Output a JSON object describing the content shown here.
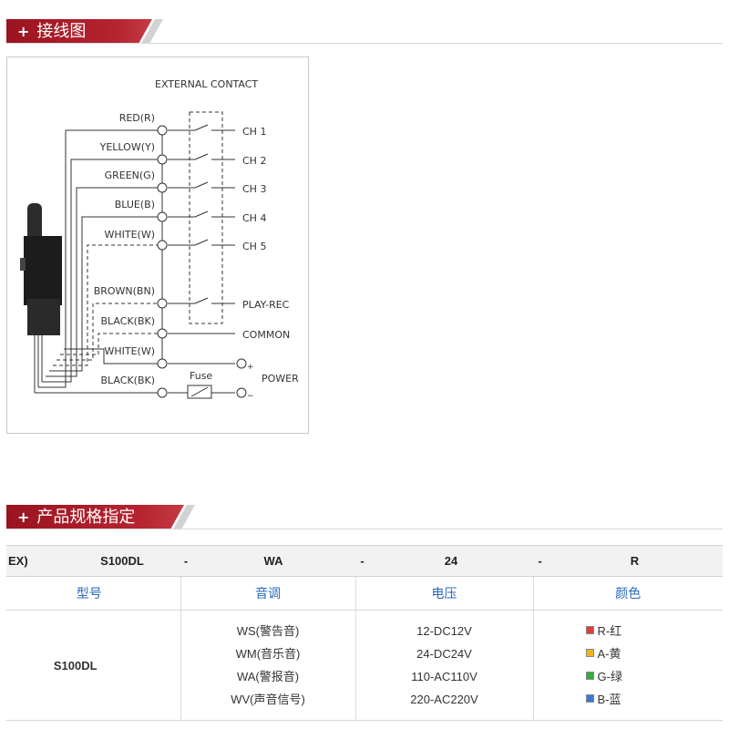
{
  "section1": {
    "plus": "+",
    "title": "接线图"
  },
  "section2": {
    "plus": "+",
    "title": "产品规格指定"
  },
  "diagram": {
    "header": "EXTERNAL  CONTACT",
    "wires": [
      "RED(R)",
      "YELLOW(Y)",
      "GREEN(G)",
      "BLUE(B)",
      "WHITE(W)",
      "BROWN(BN)",
      "BLACK(BK)",
      "WHITE(W)",
      "BLACK(BK)"
    ],
    "channels": [
      "CH  1",
      "CH  2",
      "CH  3",
      "CH  4",
      "CH  5",
      "PLAY-REC",
      "COMMON"
    ],
    "fuse": "Fuse",
    "power": "POWER",
    "plus_sym": "+",
    "minus_sym": "−"
  },
  "example": {
    "prefix": "EX)",
    "model": "S100DL",
    "dash1": "-",
    "tone": "WA",
    "dash2": "-",
    "voltage": "24",
    "dash3": "-",
    "color": "R"
  },
  "table": {
    "headers": [
      "型号",
      "音调",
      "电压",
      "颜色"
    ],
    "model": "S100DL",
    "tones": [
      "WS(警告音)",
      "WM(音乐音)",
      "WA(警报音)",
      "WV(声音信号)"
    ],
    "voltages": [
      "12-DC12V",
      "24-DC24V",
      "110-AC110V",
      "220-AC220V"
    ],
    "colors": [
      {
        "label": "R-红",
        "swatch": "#e23b3b"
      },
      {
        "label": "A-黄",
        "swatch": "#f2b51e"
      },
      {
        "label": "G-绿",
        "swatch": "#2fae3a"
      },
      {
        "label": "B-蓝",
        "swatch": "#3a78d6"
      }
    ]
  },
  "colors": {
    "bar_dark": "#a5121e",
    "bar_light": "#c8c8c8",
    "header_text": "#2a6ab8"
  }
}
